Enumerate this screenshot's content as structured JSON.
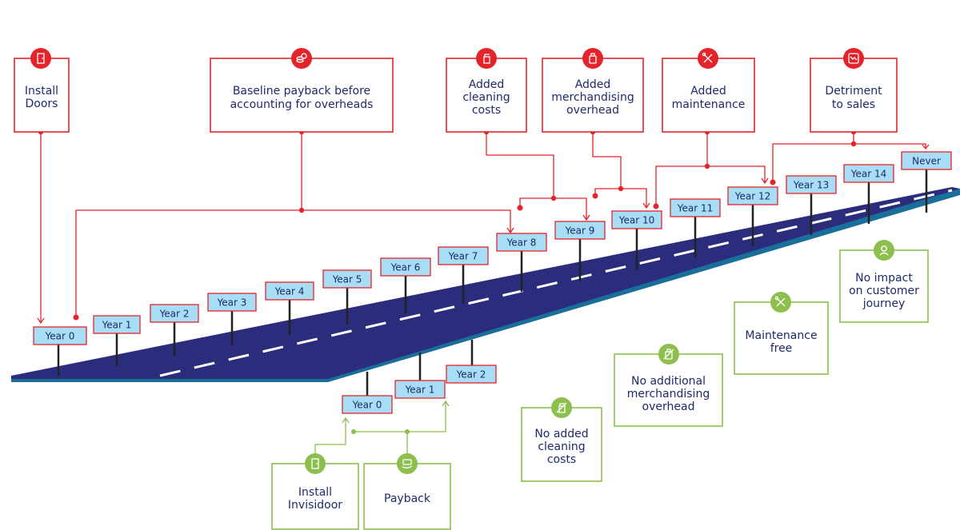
{
  "red_milestones": [
    {
      "lines": [
        "Install",
        "Doors"
      ],
      "icon": "door-icon"
    },
    {
      "lines": [
        "Baseline payback before",
        "accounting for overheads"
      ],
      "icon": "coins-icon"
    },
    {
      "lines": [
        "Added",
        "cleaning",
        "costs"
      ],
      "icon": "spray-bottle-icon"
    },
    {
      "lines": [
        "Added",
        "merchandising",
        "overhead"
      ],
      "icon": "bottle-icon"
    },
    {
      "lines": [
        "Added",
        "maintenance"
      ],
      "icon": "tools-icon"
    },
    {
      "lines": [
        "Detriment",
        "to sales"
      ],
      "icon": "trend-down-icon"
    }
  ],
  "top_road_years": [
    "Year 0",
    "Year 1",
    "Year 2",
    "Year 3",
    "Year 4",
    "Year 5",
    "Year 6",
    "Year 7",
    "Year 8",
    "Year 9",
    "Year 10",
    "Year 11",
    "Year 12",
    "Year 13",
    "Year 14",
    "Never"
  ],
  "bottom_road_years": [
    "Year 0",
    "Year 1",
    "Year 2"
  ],
  "green_milestones": [
    {
      "lines": [
        "Install",
        "Invisidoor"
      ],
      "icon": "door-icon"
    },
    {
      "lines": [
        "Payback"
      ],
      "icon": "hand-money-icon"
    }
  ],
  "green_benefits": [
    {
      "lines": [
        "No added",
        "cleaning",
        "costs"
      ],
      "icon": "no-spray-icon"
    },
    {
      "lines": [
        "No additional",
        "merchandising",
        "overhead"
      ],
      "icon": "no-bottle-icon"
    },
    {
      "lines": [
        "Maintenance",
        "free"
      ],
      "icon": "no-tools-icon"
    },
    {
      "lines": [
        "No impact",
        "on customer",
        "journey"
      ],
      "icon": "happy-customer-icon"
    }
  ],
  "colors": {
    "red": "#e3242b",
    "green": "#8cbf4d",
    "road": "#2b2d7c",
    "road_edge": "#1a6f9a",
    "sign": "#a7ddf5",
    "text": "#1f2a6b"
  }
}
